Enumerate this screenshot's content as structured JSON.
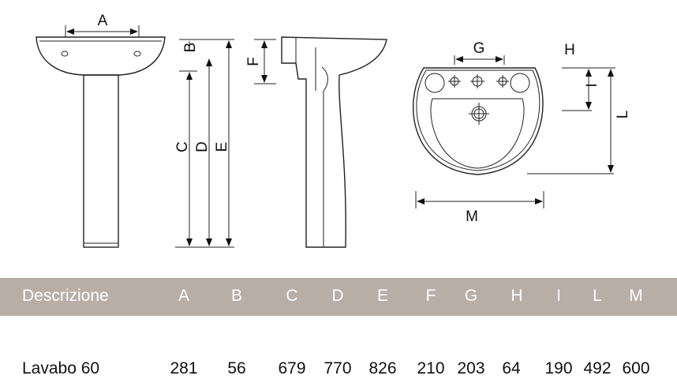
{
  "diagram": {
    "labels": {
      "A": "A",
      "B": "B",
      "C": "C",
      "D": "D",
      "E": "E",
      "F": "F",
      "G": "G",
      "H": "H",
      "I": "I",
      "L": "L",
      "M": "M"
    }
  },
  "table": {
    "header": [
      "Descrizione",
      "A",
      "B",
      "C",
      "D",
      "E",
      "F",
      "G",
      "H",
      "I",
      "L",
      "M"
    ],
    "rows": [
      [
        "Lavabo 60",
        "281",
        "56",
        "679",
        "770",
        "826",
        "210",
        "203",
        "64",
        "190",
        "492",
        "600"
      ]
    ]
  },
  "colors": {
    "header_band": "#b9aea6",
    "header_text": "#ffffff"
  }
}
